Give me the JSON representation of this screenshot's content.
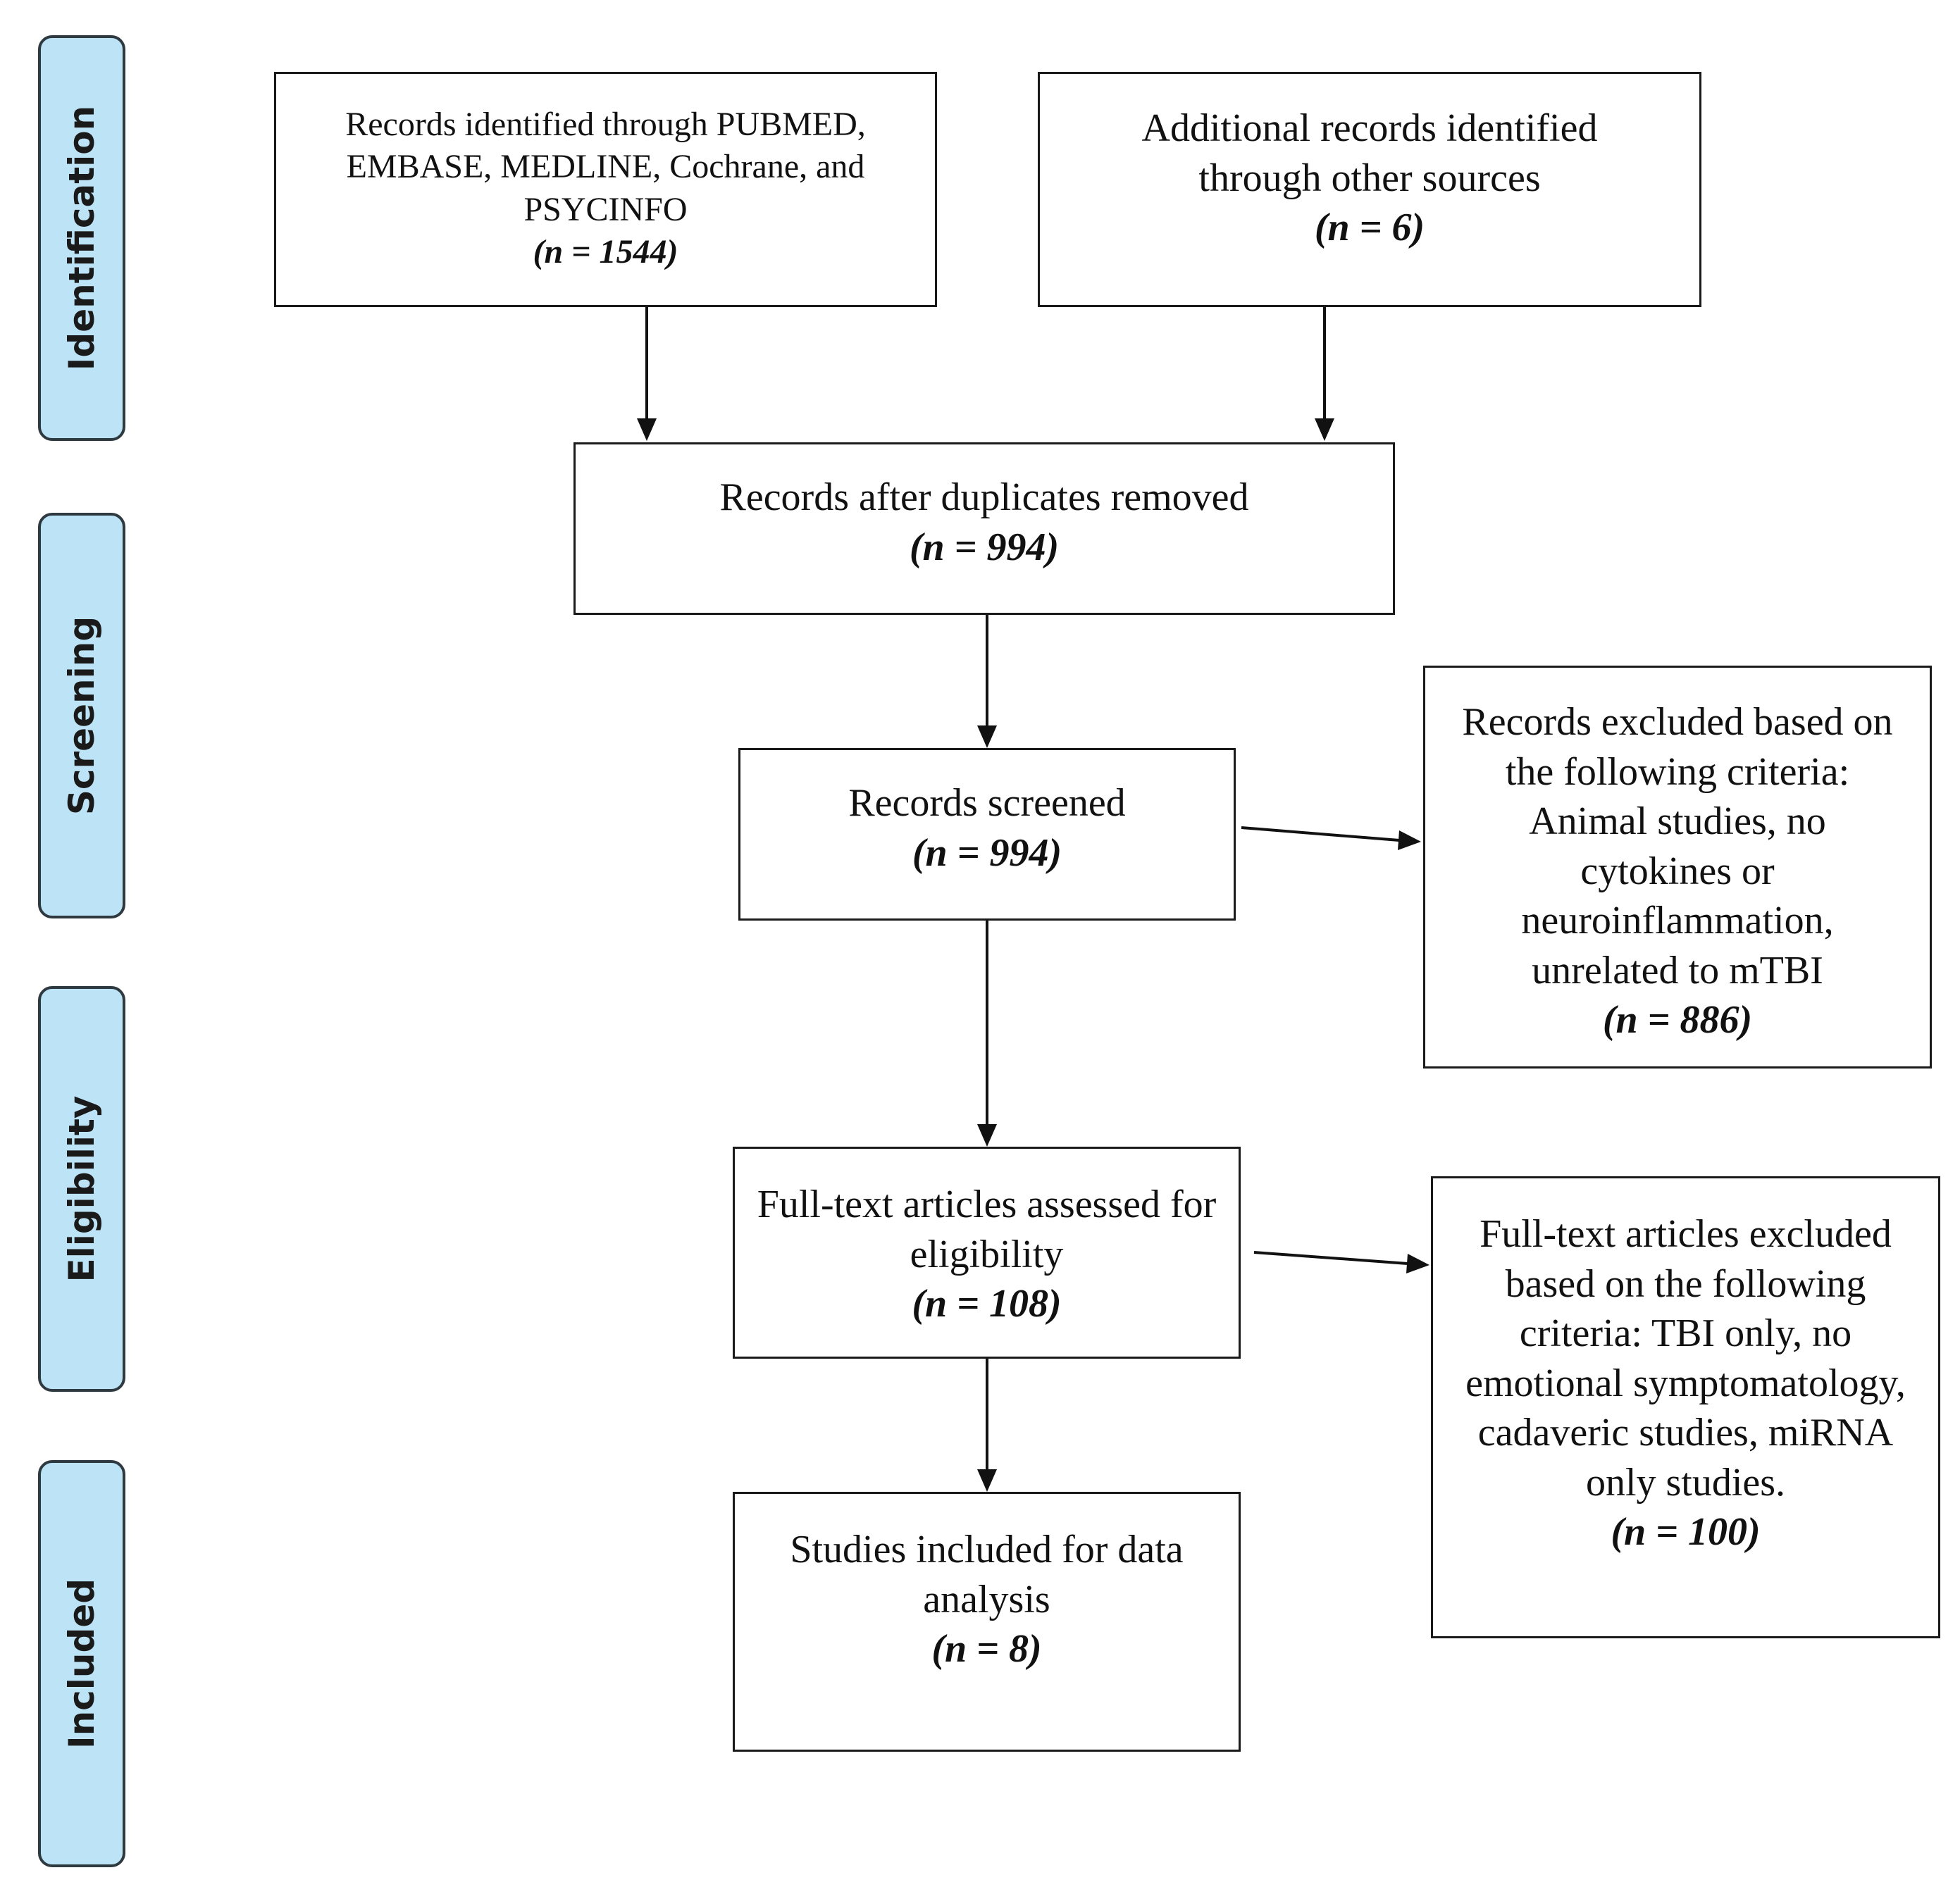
{
  "phases": {
    "identification": "Identification",
    "screening": "Screening",
    "eligibility": "Eligibility",
    "included": "Included"
  },
  "boxes": {
    "database_records": {
      "text": "Records identified through PUBMED, EMBASE, MEDLINE, Cochrane, and PSYCINFO",
      "n": "(n = 1544)"
    },
    "other_sources": {
      "text": "Additional records identified through other sources",
      "n": "(n = 6)"
    },
    "duplicates_removed": {
      "text": "Records after duplicates removed",
      "n": "(n = 994)"
    },
    "screened": {
      "text": "Records screened",
      "n": "(n = 994)"
    },
    "excluded_records": {
      "text": "Records excluded based on the following criteria: Animal studies, no cytokines or neuroinflammation, unrelated to mTBI",
      "n": "(n = 886)"
    },
    "full_text_assessed": {
      "text": "Full-text articles assessed for eligibility",
      "n": "(n = 108)"
    },
    "full_text_excluded": {
      "text": "Full-text articles excluded based on the following criteria: TBI only, no emotional symptomatology, cadaveric studies, miRNA only studies.",
      "n": "(n = 100)"
    },
    "included_studies": {
      "text": "Studies included for data analysis",
      "n": "(n = 8)"
    }
  }
}
